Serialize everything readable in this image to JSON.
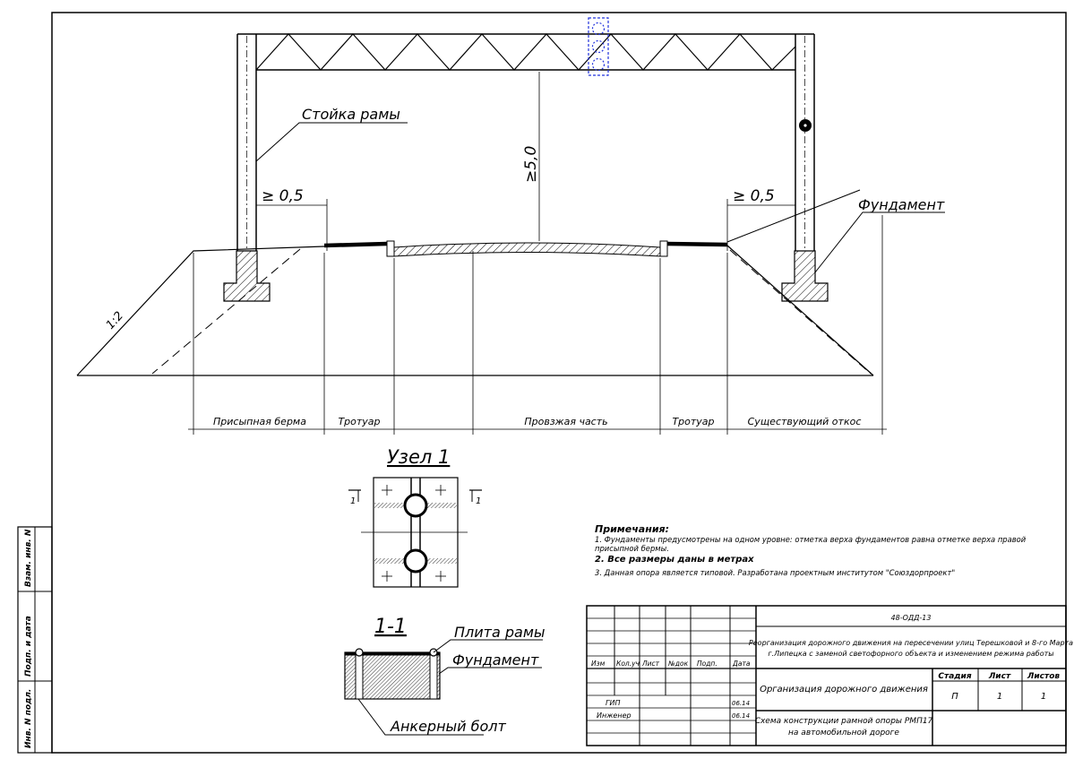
{
  "drawing": {
    "label_frame_post": "Стойка рамы",
    "label_foundation": "Фундамент",
    "dim_height": "≥5,0",
    "dim_left_offset": "≥  0,5",
    "dim_right_offset": "≥  0,5",
    "slope_ratio": "1:2",
    "zones": [
      "Присыпная берма",
      "Тротуар",
      "Провзжая часть",
      "Тротуар",
      "Существующий откос"
    ]
  },
  "node": {
    "title": "Узел 1",
    "cut_left": "1",
    "cut_right": "1"
  },
  "section": {
    "title": "1-1",
    "label_plate": "Плита рамы",
    "label_foundation": "Фундамент",
    "label_bolt": "Анкерный болт"
  },
  "notes": {
    "heading": "Примечания:",
    "items": [
      "1. Фундаменты предусмотрены на одном уровне: отметка верха фундаментов равна отметке верха правой присыпной бермы.",
      "2.  Все размеры даны в метрах",
      "3. Данная опора является типовой. Разработана проектным институтом \"Союздорпроект\""
    ]
  },
  "sidebar": {
    "cells": [
      "Взам. инв. N",
      "Подп. и дата",
      "Инв. N подл."
    ]
  },
  "title_block": {
    "doc_code": "48-ОДД-13",
    "project": "Реорганизация дорожного движения на пересечении улиц Терешковой и 8-го Марта г.Липецка с заменой светофорного объекта и изменением режима работы",
    "columns": [
      "Изм",
      "Кол.уч",
      "Лист",
      "№док",
      "Подп.",
      "Дата"
    ],
    "section_name": "Организация дорожного движения",
    "stage_header": "Стадия",
    "sheet_header": "Лист",
    "sheets_header": "Листов",
    "stage": "П",
    "sheet": "1",
    "sheets": "1",
    "roles": [
      {
        "role": "ГИП",
        "date": "06.14"
      },
      {
        "role": "Инженер",
        "date": "06.14"
      }
    ],
    "drawing_name": "Схема конструкции рамной опоры РМП17 на автомобильной дороге"
  }
}
